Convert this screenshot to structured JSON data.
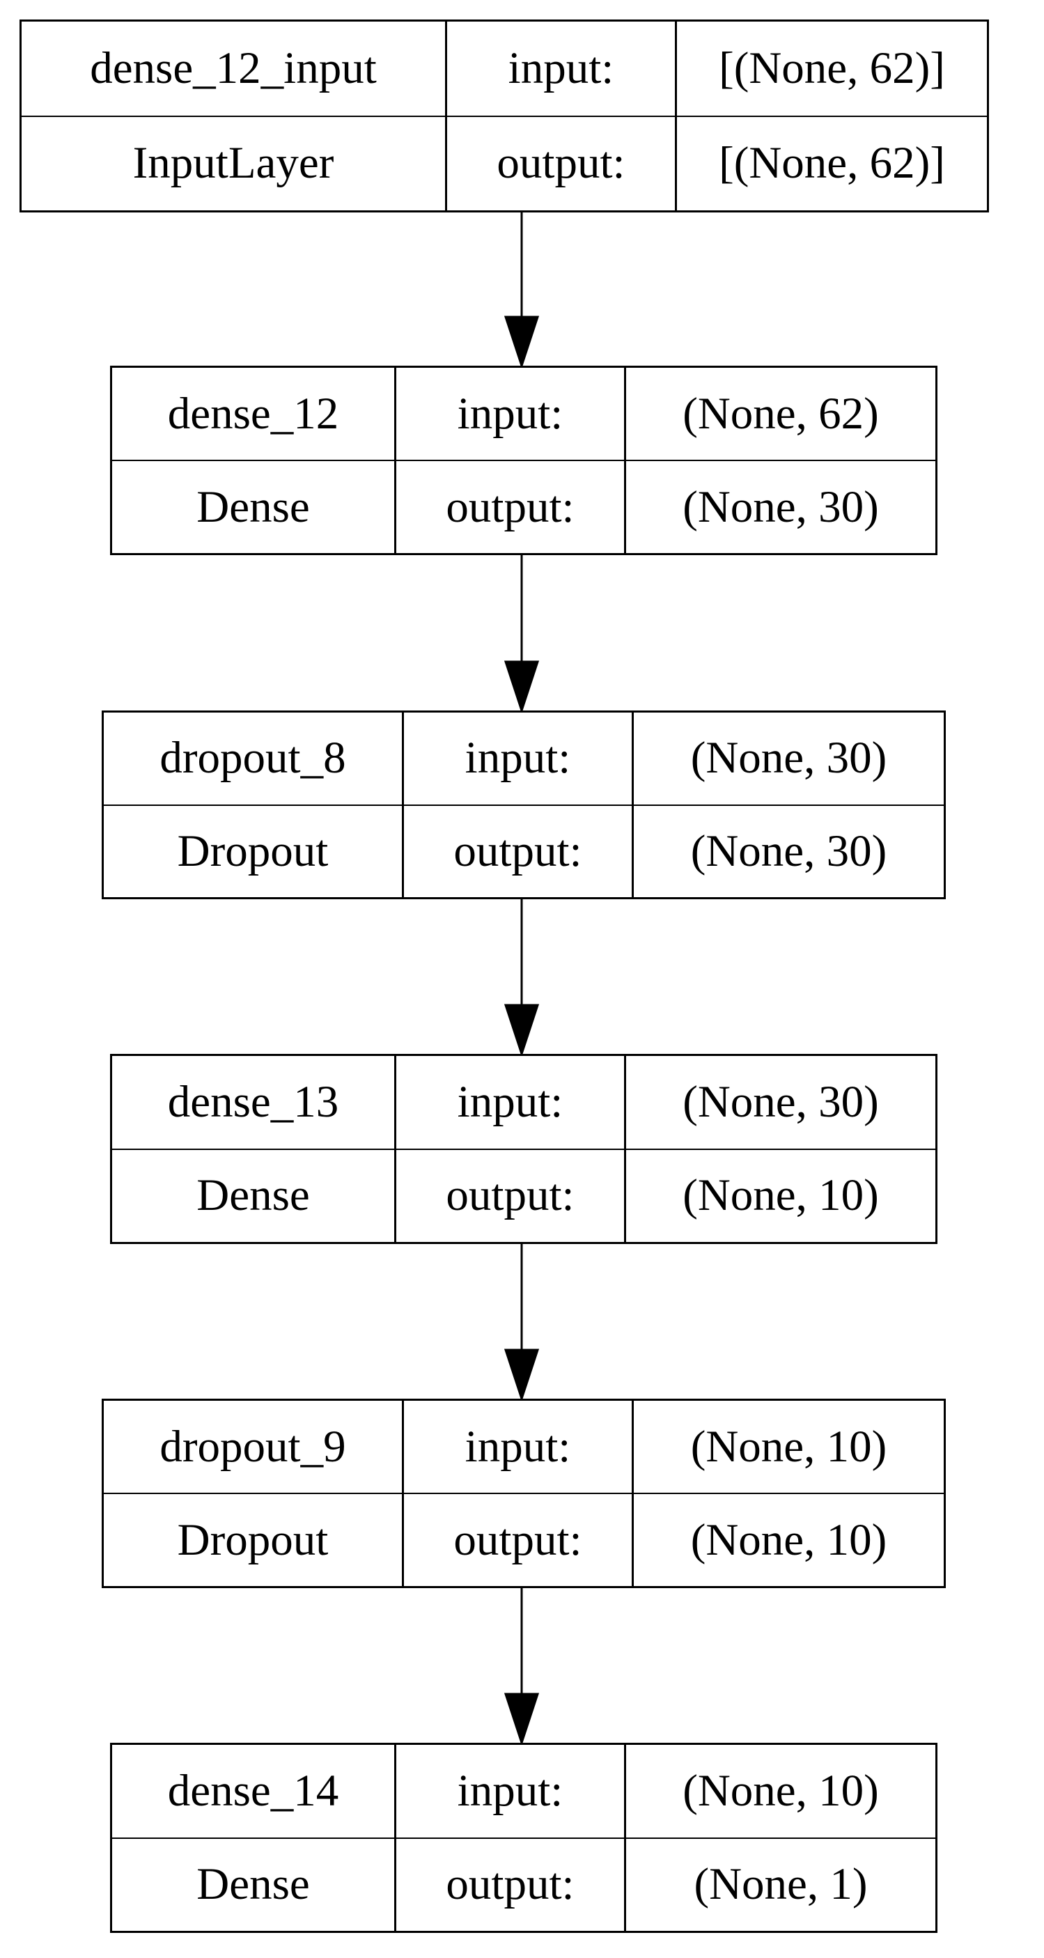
{
  "layers": [
    {
      "name": "dense_12_input",
      "type": "InputLayer",
      "input_label": "input:",
      "input_shape": "[(None, 62)]",
      "output_label": "output:",
      "output_shape": "[(None, 62)]"
    },
    {
      "name": "dense_12",
      "type": "Dense",
      "input_label": "input:",
      "input_shape": "(None, 62)",
      "output_label": "output:",
      "output_shape": "(None, 30)"
    },
    {
      "name": "dropout_8",
      "type": "Dropout",
      "input_label": "input:",
      "input_shape": "(None, 30)",
      "output_label": "output:",
      "output_shape": "(None, 30)"
    },
    {
      "name": "dense_13",
      "type": "Dense",
      "input_label": "input:",
      "input_shape": "(None, 30)",
      "output_label": "output:",
      "output_shape": "(None, 10)"
    },
    {
      "name": "dropout_9",
      "type": "Dropout",
      "input_label": "input:",
      "input_shape": "(None, 10)",
      "output_label": "output:",
      "output_shape": "(None, 10)"
    },
    {
      "name": "dense_14",
      "type": "Dense",
      "input_label": "input:",
      "input_shape": "(None, 10)",
      "output_label": "output:",
      "output_shape": "(None, 1)"
    }
  ]
}
